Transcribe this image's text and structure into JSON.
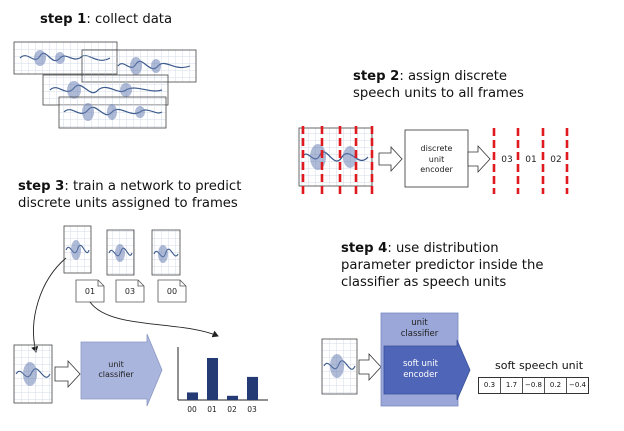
{
  "step1": {
    "label": "step 1",
    "text": ": collect data"
  },
  "step2": {
    "label": "step 2",
    "text_line1": ": assign discrete",
    "text_line2": "speech units to all frames",
    "encoder_lines": [
      "discrete",
      "unit",
      "encoder"
    ],
    "unit_labels": [
      "03",
      "01",
      "02"
    ]
  },
  "step3": {
    "label": "step 3",
    "text_line1": ": train a network to predict",
    "text_line2": "discrete units assigned to frames",
    "doc_labels": [
      "01",
      "03",
      "00"
    ],
    "classifier_lines": [
      "unit",
      "classifier"
    ],
    "chart_data": {
      "type": "bar",
      "categories": [
        "00",
        "01",
        "02",
        "03"
      ],
      "values": [
        0.18,
        1.0,
        0.1,
        0.55
      ]
    }
  },
  "step4": {
    "label": "step 4",
    "text_line1": ": use distribution",
    "text_line2": "parameter predictor inside the",
    "text_line3": "classifier as speech units",
    "outer_lines": [
      "unit",
      "classifier"
    ],
    "inner_lines": [
      "soft unit",
      "encoder"
    ],
    "soft_title": "soft speech unit",
    "soft_values": [
      "0.3",
      "1.7",
      "−0.8",
      "0.2",
      "−0.4"
    ]
  },
  "colors": {
    "grid": "#c9d3e3",
    "wave": "#3b5a8c",
    "red": "#e0191f",
    "classifier": "#a9b5dc",
    "outer": "#9aa7d8",
    "inner": "#4f66b8",
    "bar": "#233a74"
  }
}
